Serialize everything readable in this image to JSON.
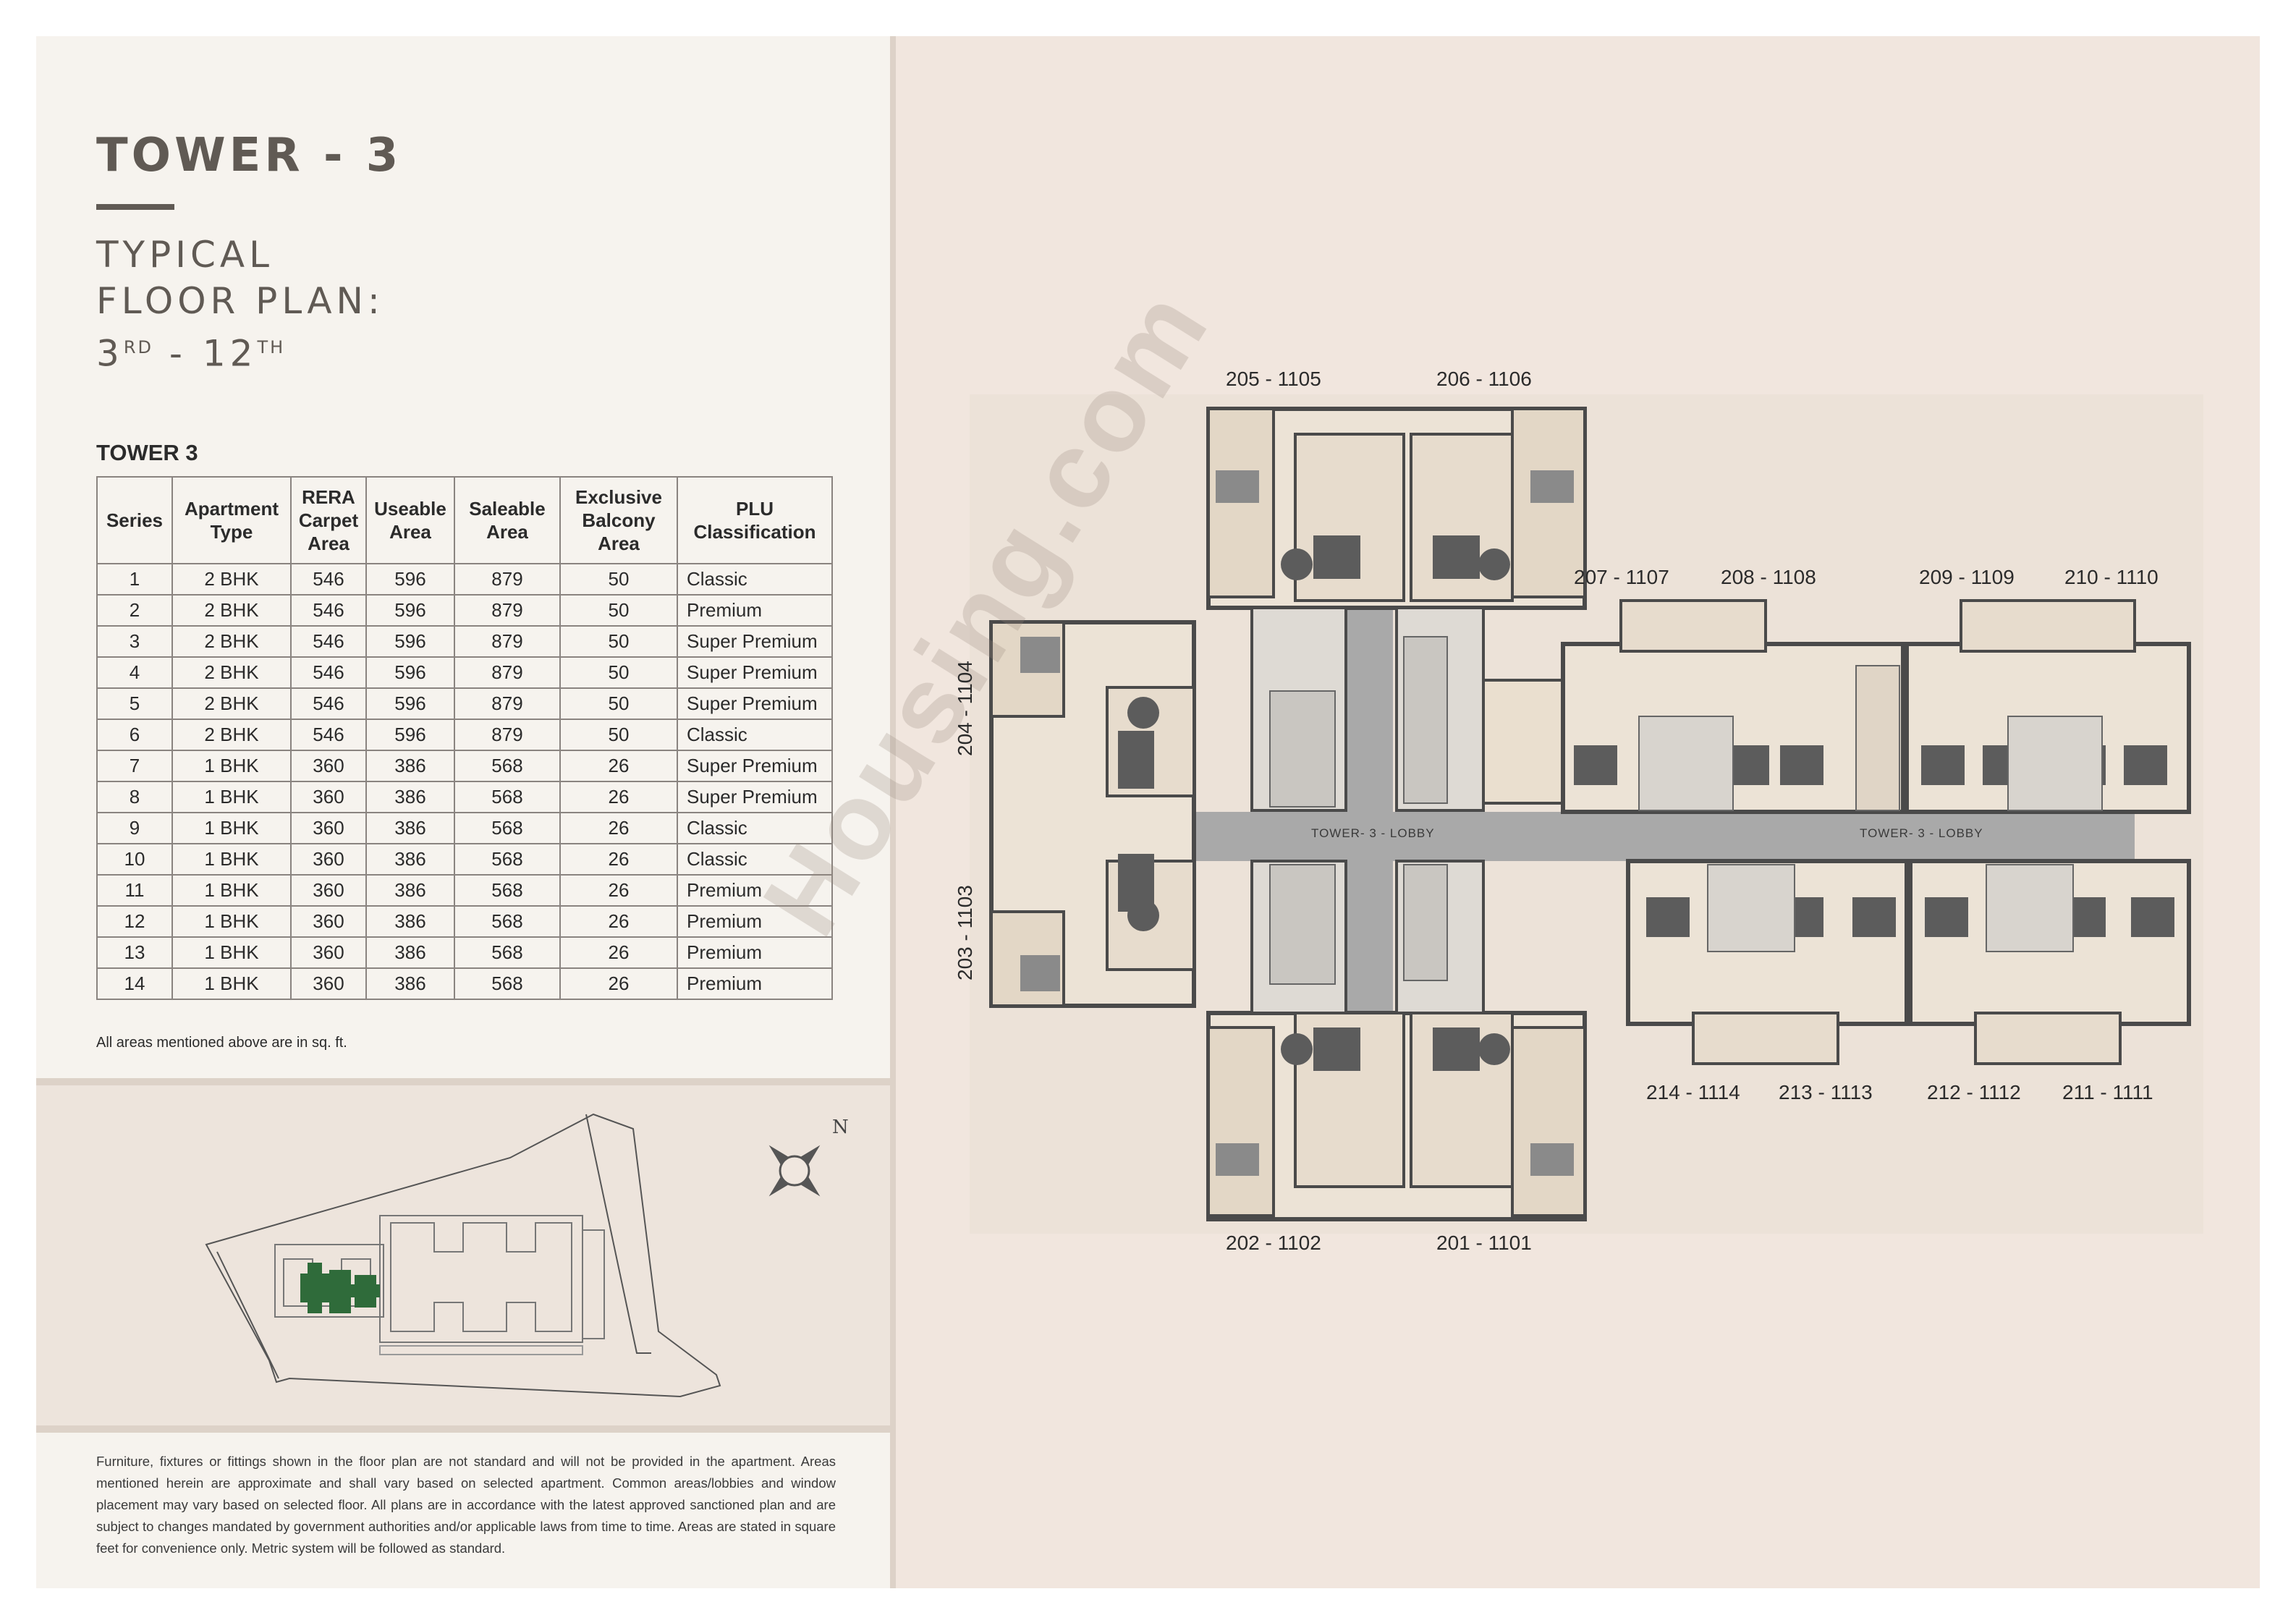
{
  "header": {
    "title": "TOWER - 3",
    "subtitle_line1": "TYPICAL",
    "subtitle_line2": "FLOOR PLAN:",
    "floor_from": "3",
    "floor_from_suffix": "RD",
    "floor_sep": " - ",
    "floor_to": "12",
    "floor_to_suffix": "TH"
  },
  "table": {
    "caption": "TOWER 3",
    "columns": [
      "Series",
      "Apartment Type",
      "RERA Carpet Area",
      "Useable Area",
      "Saleable Area",
      "Exclusive Balcony Area",
      "PLU Classification"
    ],
    "rows": [
      [
        "1",
        "2 BHK",
        "546",
        "596",
        "879",
        "50",
        "Classic"
      ],
      [
        "2",
        "2 BHK",
        "546",
        "596",
        "879",
        "50",
        "Premium"
      ],
      [
        "3",
        "2 BHK",
        "546",
        "596",
        "879",
        "50",
        "Super Premium"
      ],
      [
        "4",
        "2 BHK",
        "546",
        "596",
        "879",
        "50",
        "Super Premium"
      ],
      [
        "5",
        "2 BHK",
        "546",
        "596",
        "879",
        "50",
        "Super Premium"
      ],
      [
        "6",
        "2 BHK",
        "546",
        "596",
        "879",
        "50",
        "Classic"
      ],
      [
        "7",
        "1 BHK",
        "360",
        "386",
        "568",
        "26",
        "Super Premium"
      ],
      [
        "8",
        "1 BHK",
        "360",
        "386",
        "568",
        "26",
        "Super Premium"
      ],
      [
        "9",
        "1 BHK",
        "360",
        "386",
        "568",
        "26",
        "Classic"
      ],
      [
        "10",
        "1 BHK",
        "360",
        "386",
        "568",
        "26",
        "Classic"
      ],
      [
        "11",
        "1 BHK",
        "360",
        "386",
        "568",
        "26",
        "Premium"
      ],
      [
        "12",
        "1 BHK",
        "360",
        "386",
        "568",
        "26",
        "Premium"
      ],
      [
        "13",
        "1 BHK",
        "360",
        "386",
        "568",
        "26",
        "Premium"
      ],
      [
        "14",
        "1 BHK",
        "360",
        "386",
        "568",
        "26",
        "Premium"
      ]
    ],
    "note": "All areas mentioned above are in sq. ft."
  },
  "site_map": {
    "north_label": "N",
    "highlight_color": "#2f6b3a"
  },
  "disclaimer": "Furniture, fixtures or fittings shown in the floor plan are not standard and will not be provided in the apartment. Areas mentioned herein are approximate and shall vary based on selected apartment. Common areas/lobbies and window placement may vary based on selected floor. All plans are in accordance with the latest approved sanctioned plan and are subject to changes mandated by government authorities and/or applicable laws from time to time. Areas are stated in square feet for convenience only. Metric system will be followed as standard.",
  "watermark": "Housing.com",
  "floor_plan": {
    "unit_labels": {
      "u205": "205 - 1105",
      "u206": "206 - 1106",
      "u207": "207 - 1107",
      "u208": "208 - 1108",
      "u209": "209 - 1109",
      "u210": "210 - 1110",
      "u204": "204 - 1104",
      "u203": "203 - 1103",
      "u214": "214 - 1114",
      "u213": "213 - 1113",
      "u212": "212 - 1112",
      "u211": "211 - 1111",
      "u202": "202 - 1102",
      "u201": "201 - 1101"
    },
    "lobby_left": "TOWER- 3 - LOBBY",
    "lobby_right": "TOWER- 3 - LOBBY",
    "colors": {
      "floor": "#ece3d6",
      "wall": "#4a4a4a",
      "corridor": "#a9a9a9",
      "furniture": "#5c5c5c"
    }
  }
}
